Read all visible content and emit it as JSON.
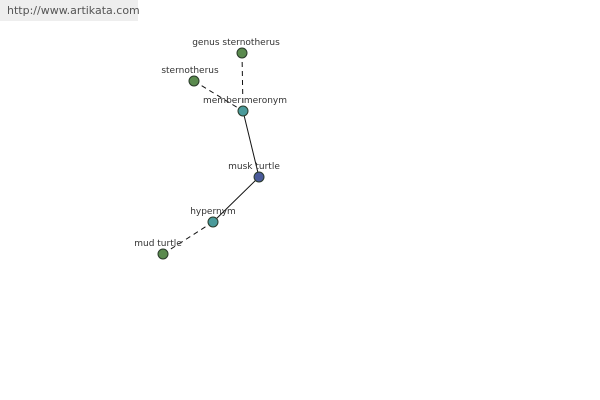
{
  "header": {
    "url": "http://www.artikata.com"
  },
  "colors": {
    "leaf_node": "#5a8a4e",
    "relation_node": "#4a9a9a",
    "center_node": "#4a5a9a",
    "node_stroke": "#2a3a2a",
    "edge": "#111111"
  },
  "graph": {
    "nodes": [
      {
        "id": "genus",
        "label": "genus sternotherus",
        "kind": "leaf"
      },
      {
        "id": "sternotherus",
        "label": "sternotherus",
        "kind": "leaf"
      },
      {
        "id": "member",
        "label": "member meronym",
        "kind": "relation"
      },
      {
        "id": "musk",
        "label": "musk turtle",
        "kind": "center"
      },
      {
        "id": "hypernym",
        "label": "hypernym",
        "kind": "relation"
      },
      {
        "id": "mud",
        "label": "mud turtle",
        "kind": "leaf"
      }
    ],
    "edges": [
      {
        "from": "genus",
        "to": "member",
        "style": "dashed"
      },
      {
        "from": "sternotherus",
        "to": "member",
        "style": "dashed"
      },
      {
        "from": "member",
        "to": "musk",
        "style": "solid"
      },
      {
        "from": "musk",
        "to": "hypernym",
        "style": "solid"
      },
      {
        "from": "hypernym",
        "to": "mud",
        "style": "dashed"
      }
    ]
  }
}
